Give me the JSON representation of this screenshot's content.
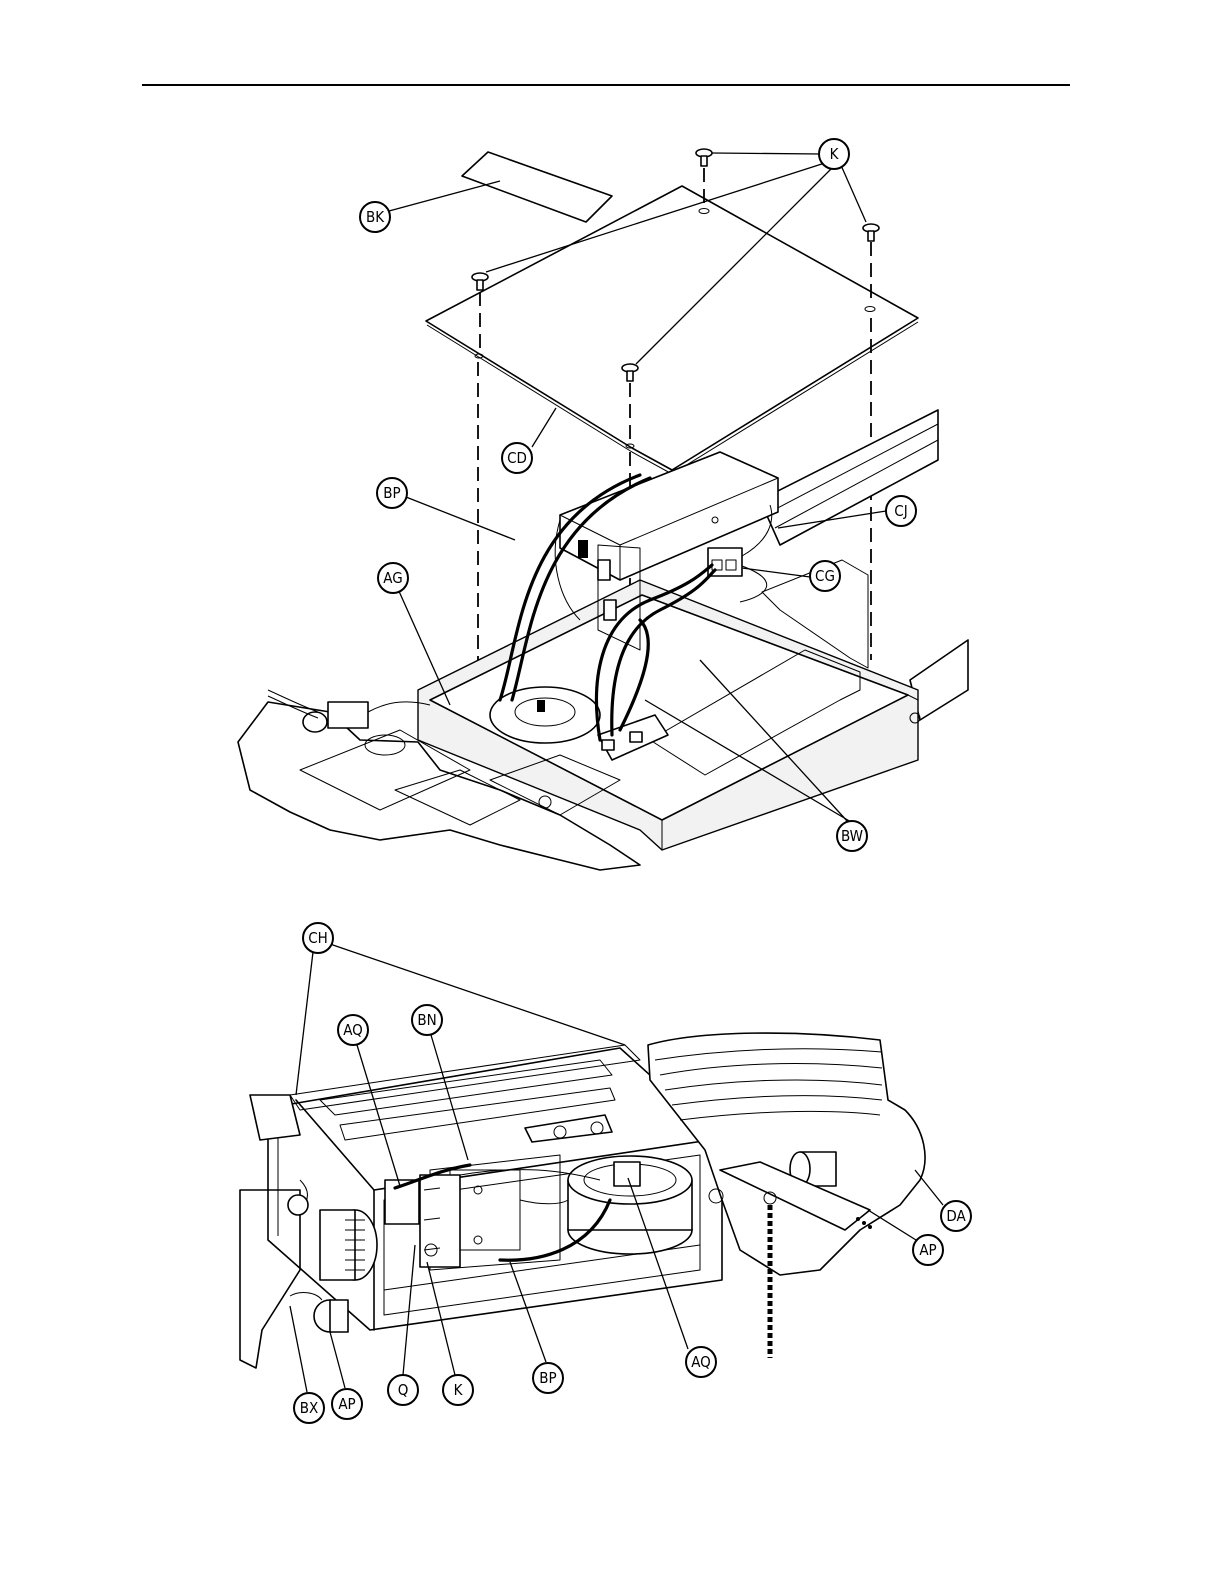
{
  "figure_top": {
    "labels": {
      "K": "K",
      "BK": "BK",
      "CD": "CD",
      "BP": "BP",
      "AG": "AG",
      "CJ": "CJ",
      "CG": "CG",
      "BW": "BW"
    }
  },
  "figure_bottom": {
    "labels": {
      "CH": "CH",
      "AQ_top": "AQ",
      "BN": "BN",
      "DA": "DA",
      "AP_right": "AP",
      "AQ_bottom": "AQ",
      "BP": "BP",
      "K": "K",
      "Q": "Q",
      "AP_left": "AP",
      "BX": "BX"
    }
  }
}
